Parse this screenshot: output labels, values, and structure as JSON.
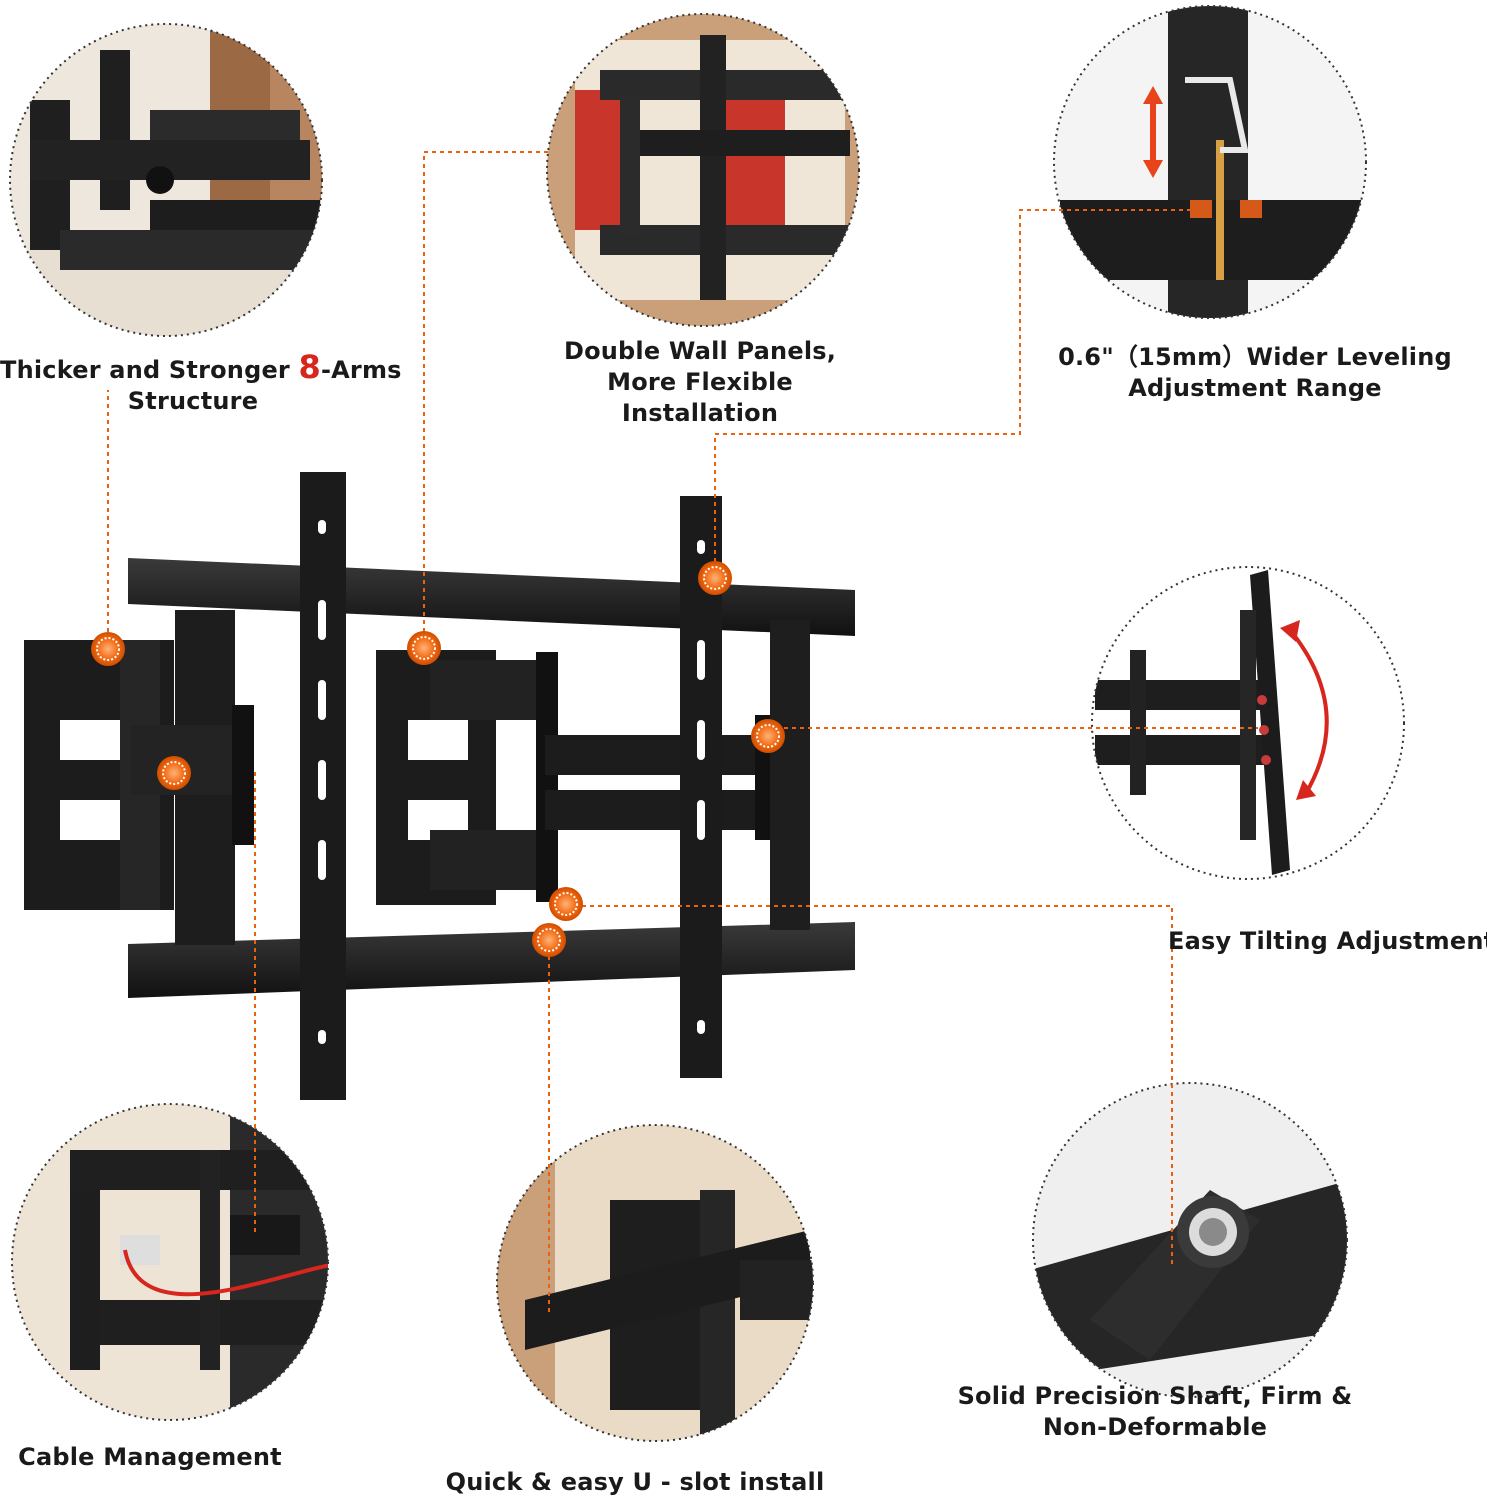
{
  "features": {
    "arms": {
      "line1_before": "Thicker and Stronger ",
      "line1_highlight": "8",
      "line1_after": "-Arms",
      "line2": "Structure"
    },
    "wall_panels": {
      "line1": "Double Wall Panels,",
      "line2": "More Flexible",
      "line3": "Installation"
    },
    "leveling": {
      "line1": "0.6\"（15mm）Wider Leveling",
      "line2": "Adjustment Range"
    },
    "tilting": {
      "line1": "Easy Tilting Adjustment"
    },
    "shaft": {
      "line1": "Solid Precision Shaft, Firm &",
      "line2": "Non-Deformable"
    },
    "cable": {
      "line1": "Cable Management"
    },
    "uslot": {
      "line1": "Quick & easy U - slot install"
    }
  },
  "colors": {
    "accent_orange": "#e8620f",
    "highlight_red": "#d7261e",
    "bracket_black": "#1c1c1c",
    "wood": "#c99a6b",
    "wall": "#efe4d2"
  }
}
